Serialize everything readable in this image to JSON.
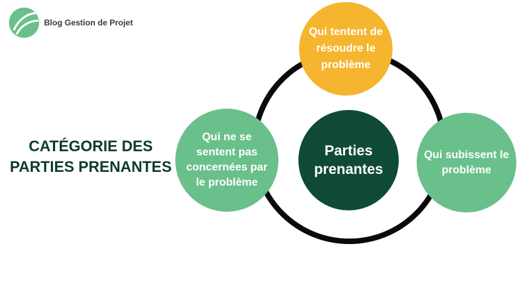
{
  "logo": {
    "text": "Blog Gestion de Projet",
    "icon": "leaf-logo-icon",
    "color": "#6ac08a"
  },
  "title": "CATÉGORIE DES PARTIES PRENANTES",
  "diagram": {
    "center": "Parties prenantes",
    "nodes": {
      "top": "Qui tentent de résoudre le problème",
      "left": "Qui ne se sentent pas concernées par le problème",
      "right": "Qui subissent le problème"
    }
  },
  "colors": {
    "dark_green": "#0f4a39",
    "light_green": "#6ac08a",
    "yellow": "#f6b52f",
    "ring": "#0a0a0a"
  }
}
